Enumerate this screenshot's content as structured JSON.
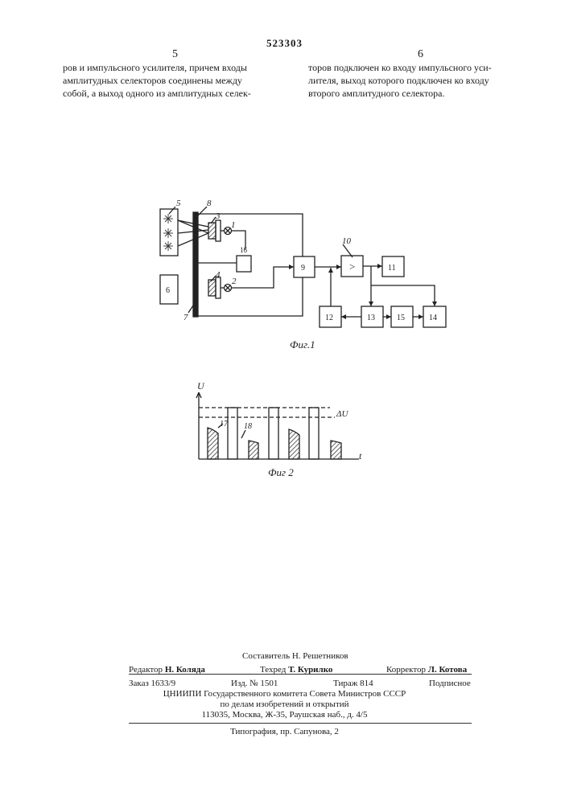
{
  "header": {
    "patent_number": "523303",
    "left_column_number": "5",
    "right_column_number": "6"
  },
  "left_column_lines": [
    "ров и импульсного усилителя, причем входы",
    "амплитудных селекторов соединены между",
    "собой, а выход одного из амплитудных селек-"
  ],
  "right_column_lines": [
    "торов подключен ко входу импульсного уси-",
    "лителя, выход которого подключен ко входу",
    "второго амплитудного селектора."
  ],
  "figure1": {
    "caption": "Фиг.1",
    "labels": {
      "n1": "1",
      "n2": "2",
      "n3": "3",
      "n4": "4",
      "n5": "5",
      "n6": "6",
      "n7": "7",
      "n8": "8",
      "n9": "9",
      "n10": "10",
      "n11": "11",
      "n12": "12",
      "n13": "13",
      "n14": "14",
      "n15": "15",
      "n16": "16",
      "comparator_symbol": ">"
    }
  },
  "figure2": {
    "caption": "Фиг 2",
    "y_axis_label": "U",
    "x_axis_label": "t",
    "delta_label": "ΔU",
    "label_17": "17",
    "label_18": "18"
  },
  "imprint": {
    "compiler": "Составитель Н. Решетников",
    "editor_label": "Редактор",
    "editor_name": "Н. Коляда",
    "techred_label": "Техред",
    "techred_name": "Т. Курилко",
    "corrector_label": "Корректор",
    "corrector_name": "Л. Котова",
    "order": "Заказ 1633/9",
    "edition": "Изд. № 1501",
    "circulation": "Тираж 814",
    "subscription": "Подписное",
    "org_line1": "ЦНИИПИ Государственного комитета Совета Министров СССР",
    "org_line2": "по делам изобретений и открытий",
    "address": "113035, Москва, Ж-35, Раушская наб., д. 4/5",
    "printer": "Типография, пр. Сапунова, 2"
  }
}
